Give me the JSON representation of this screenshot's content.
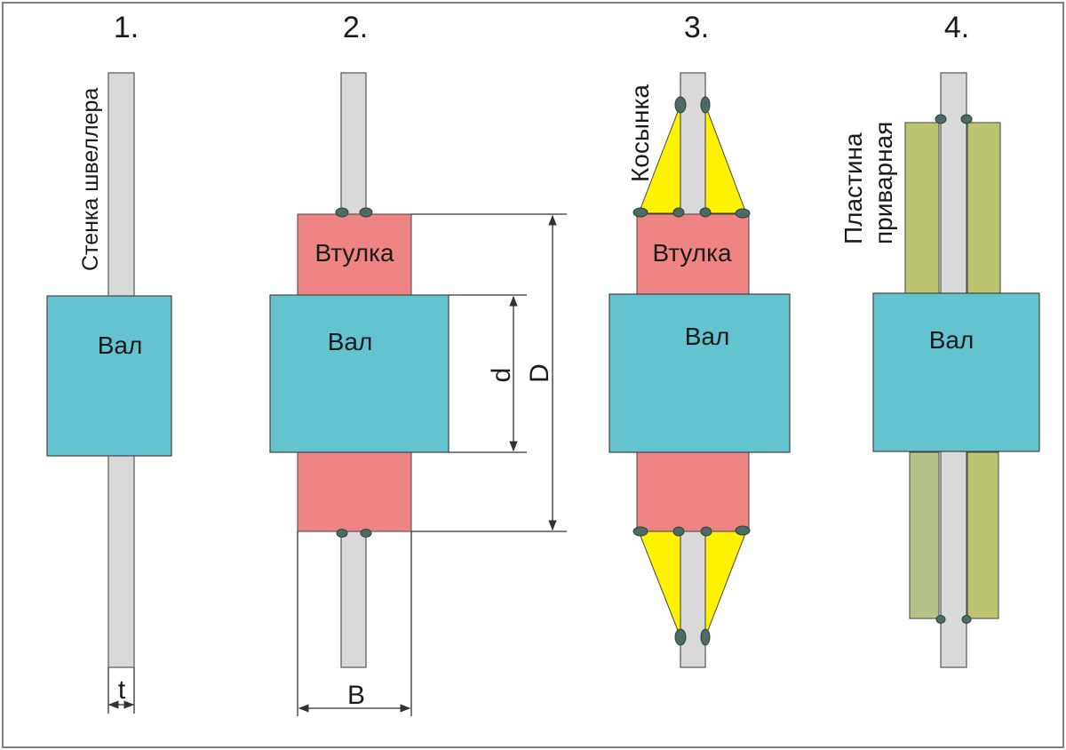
{
  "labels": {
    "step1": "1.",
    "step2": "2.",
    "step3": "3.",
    "step4": "4.",
    "channel_wall": "Стенка швеллера",
    "shaft": "Вал",
    "bushing": "Втулка",
    "gusset": "Косынка",
    "plate_line1": "Пластина",
    "plate_line2": "приварная",
    "dim_t": "t",
    "dim_b": "B",
    "dim_d": "d",
    "dim_D": "D"
  },
  "colors": {
    "frame": "#7f7f7f",
    "channel_web": "#d9d9d9",
    "shaft": "#63c3cf",
    "bushing": "#ef8484",
    "gusset": "#fff200",
    "plate": "#bdc46f",
    "weld": "#4d6b63"
  }
}
